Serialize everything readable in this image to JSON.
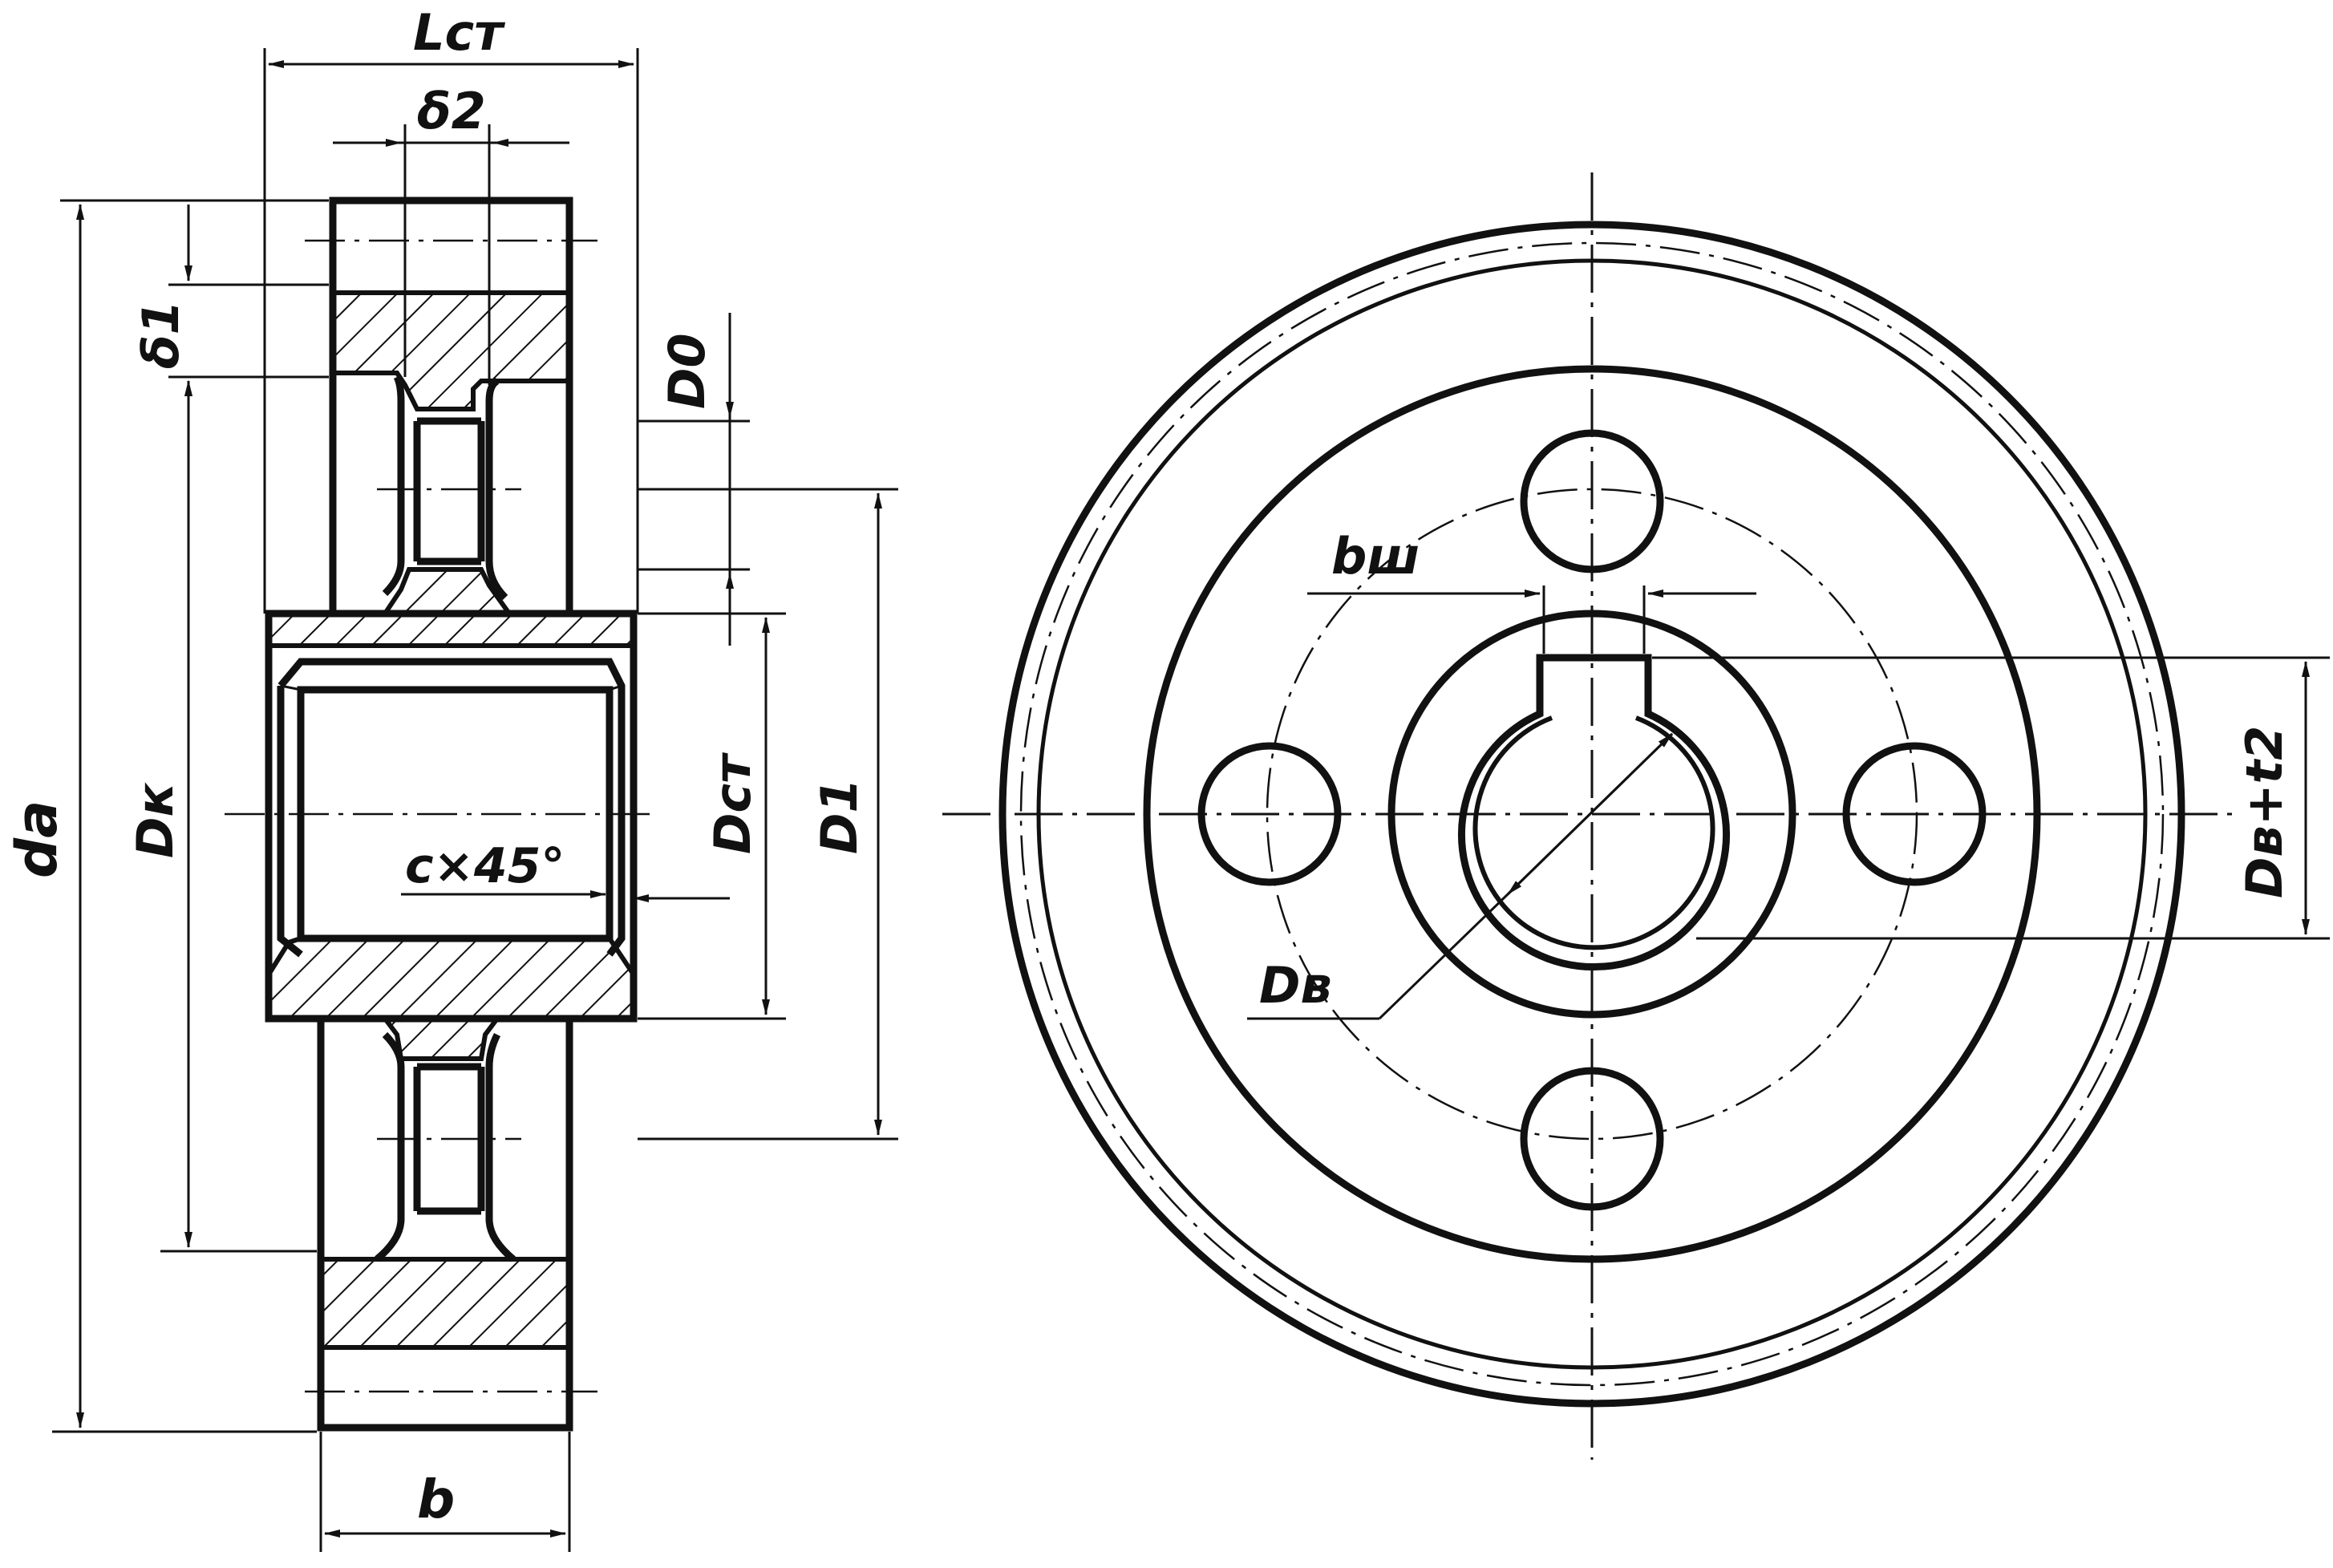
{
  "labels": {
    "L_st": "Lст",
    "delta_2": "δ2",
    "delta_1": "δ1",
    "D_0": "D0",
    "d_a": "da",
    "D_k": "Dк",
    "D_st": "Dст",
    "D_1": "D1",
    "chamfer": "c×45°",
    "b": "b",
    "b_sh": "bш",
    "D_v": "Dв",
    "D_v_t2": "Dв+t2"
  }
}
